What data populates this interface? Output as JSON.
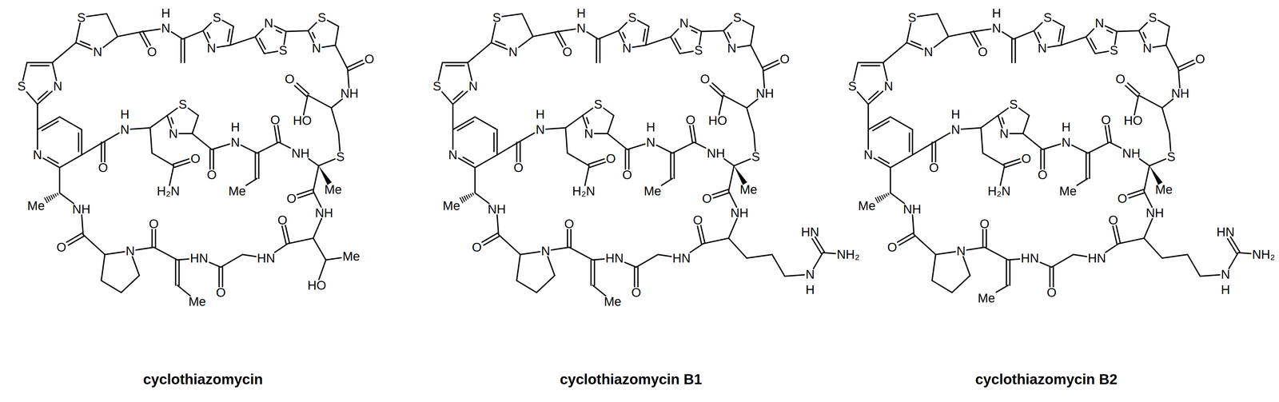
{
  "diagram": {
    "labels": [
      "S",
      "N",
      "O",
      "N",
      "H",
      "S",
      "N",
      "N",
      "S",
      "S",
      "N",
      "O",
      "NH",
      "O",
      "HO",
      "S",
      "Me",
      "NH",
      "O",
      "Me",
      "N",
      "H",
      "O",
      "S",
      "N",
      "O",
      "H₂N",
      "N",
      "H",
      "O",
      "N",
      "S",
      "N",
      "Me",
      "NH",
      "O",
      "N",
      "O",
      "Me",
      "HN",
      "O",
      "HN",
      "O",
      "O",
      "NH",
      "HO",
      "Me",
      "cyclothiazomycin",
      "S",
      "N",
      "O",
      "N",
      "H",
      "S",
      "N",
      "N",
      "S",
      "S",
      "N",
      "O",
      "NH",
      "O",
      "HO",
      "S",
      "Me",
      "NH",
      "O",
      "Me",
      "N",
      "H",
      "O",
      "S",
      "N",
      "O",
      "H₂N",
      "N",
      "H",
      "O",
      "N",
      "S",
      "N",
      "Me",
      "NH",
      "O",
      "N",
      "O",
      "Me",
      "HN",
      "O",
      "HN",
      "O",
      "O",
      "NH",
      "N",
      "H",
      "HN",
      "NH₂",
      "cyclothiazomycin B1",
      "S",
      "N",
      "O",
      "N",
      "H",
      "S",
      "N",
      "N",
      "S",
      "S",
      "N",
      "O",
      "NH",
      "O",
      "HO",
      "S",
      "Me",
      "NH",
      "O",
      "Me",
      "N",
      "H",
      "O",
      "S",
      "N",
      "O",
      "H₂N",
      "N",
      "H",
      "O",
      "N",
      "S",
      "N",
      "Me",
      "NH",
      "O",
      "N",
      "O",
      "Me",
      "HN",
      "O",
      "HN",
      "O",
      "O",
      "NH",
      "N",
      "H",
      "HN",
      "NH₂",
      "cyclothiazomycin B2"
    ]
  }
}
